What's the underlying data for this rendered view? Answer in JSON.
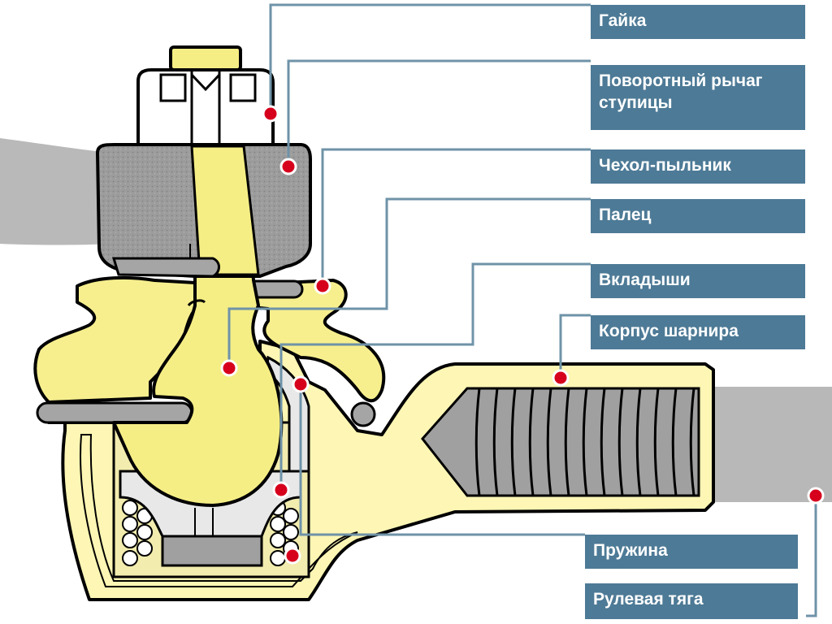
{
  "labels": [
    "Гайка",
    "Поворотный рычаг ступицы",
    "Чехол-пыльник",
    "Палец",
    "Вкладыши",
    "Корпус шарнира",
    "Пружина",
    "Рулевая тяга"
  ],
  "colors": {
    "label_background": "#4d7a96",
    "label_text": "#ffffff",
    "body_fill": "#fdf6b4",
    "boot_fill": "#f7ef8e",
    "stud_fill": "#f5ee85",
    "metal_fill": "#a0a0a0",
    "rod_fill": "#b8b8b8",
    "outline": "#000000",
    "leader_line": "#6f93a8",
    "marker": "#d6001c"
  }
}
